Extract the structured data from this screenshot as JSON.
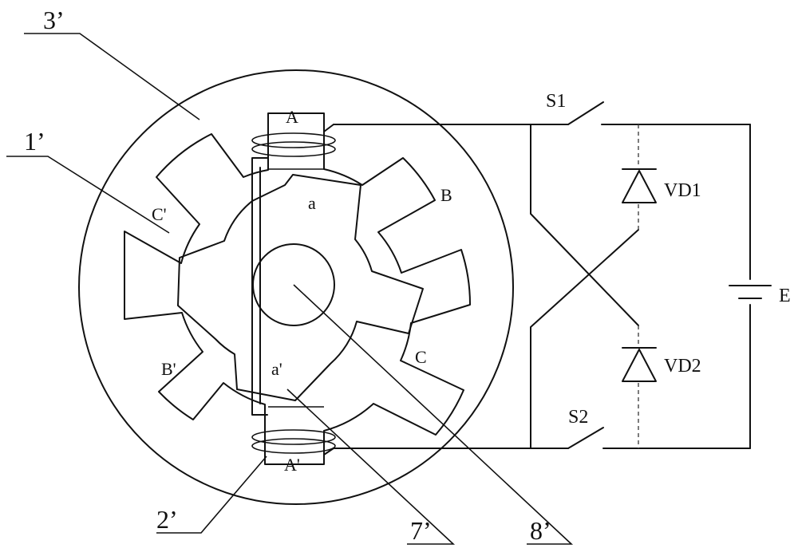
{
  "reference_labels": {
    "stator": "3’",
    "rotor": "1’",
    "winding": "2’",
    "rotor_pole": "7’",
    "shaft": "8’"
  },
  "stator_poles": {
    "A": "A",
    "A_prime": "A'",
    "B": "B",
    "B_prime": "B'",
    "C": "C",
    "C_prime": "C'"
  },
  "rotor_poles": {
    "a": "a",
    "a_prime": "a'"
  },
  "circuit": {
    "switch_1": "S1",
    "switch_2": "S2",
    "diode_1": "VD1",
    "diode_2": "VD2",
    "source": "E"
  }
}
